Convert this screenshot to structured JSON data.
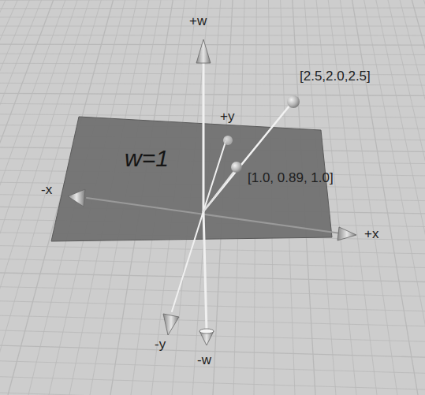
{
  "diagram": {
    "nodes": [
      {
        "text": [
          "w=1"
        ]
      }
    ],
    "labels": [
      "+w",
      "+y",
      "[2.5,2.0,2.5]",
      "[1.0, 0.89, 1.0]",
      "-x",
      "+x",
      "-y",
      "-w"
    ]
  }
}
